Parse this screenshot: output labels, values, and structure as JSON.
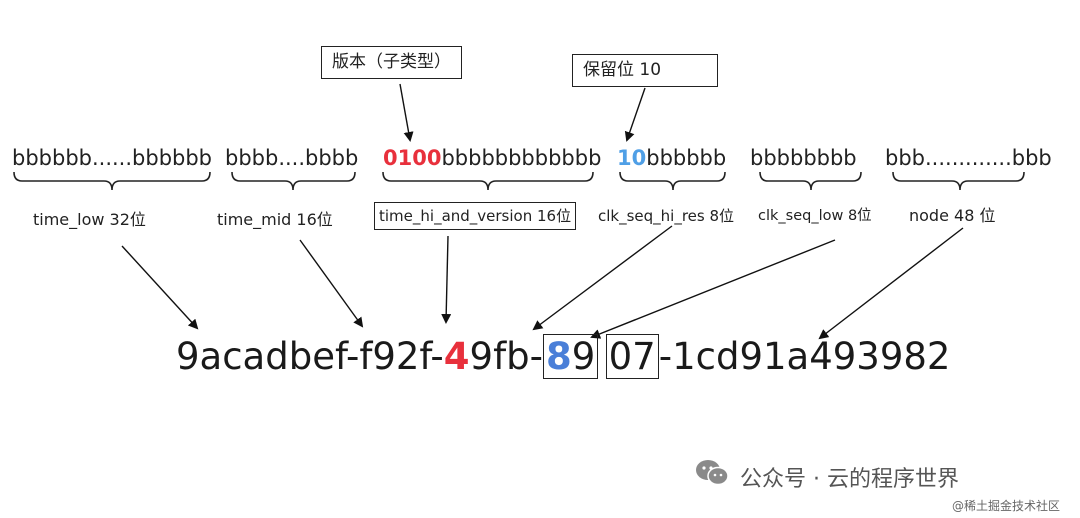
{
  "fields": [
    {
      "bits": "bbbbbb......bbbbbb",
      "label": "time_low 32位"
    },
    {
      "bits": "bbbb....bbbb",
      "label": "time_mid 16位"
    },
    {
      "bits_prefix": "0100",
      "bits": "bbbbbbbbbbbb",
      "label": "time_hi_and_version 16位"
    },
    {
      "bits_prefix": "10",
      "bits": "bbbbbb",
      "label": "clk_seq_hi_res 8位"
    },
    {
      "bits": "bbbbbbbb",
      "label": "clk_seq_low  8位"
    },
    {
      "bits": "bbb.............bbb",
      "label": "node 48 位"
    }
  ],
  "annotations": {
    "version": "版本（子类型）",
    "reserved": "保留位 10"
  },
  "uuid": {
    "p1": "9acadbef-f92f-",
    "version_digit": "4",
    "p2": "9fb-",
    "variant_digit": "8",
    "p3": "9",
    "p4": "07",
    "p5": "-1cd91a493982"
  },
  "watermark": {
    "account": "公众号 · 云的程序世界",
    "site": "@稀土掘金技术社区"
  },
  "colors": {
    "version": "#e8303c",
    "variant": "#4f9fe6"
  },
  "icons": [
    "wechat-icon"
  ]
}
